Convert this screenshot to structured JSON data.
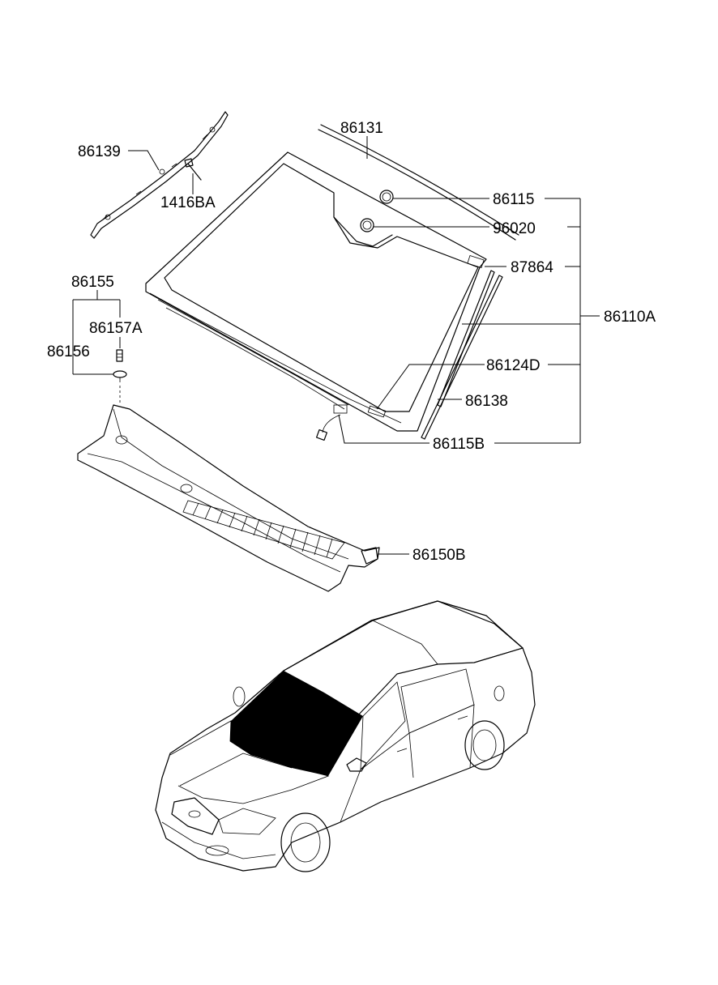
{
  "labels": {
    "p86139": "86139",
    "p1416BA": "1416BA",
    "p86131": "86131",
    "p86115": "86115",
    "p96020": "96020",
    "p87864": "87864",
    "p86110A": "86110A",
    "p86155": "86155",
    "p86157A": "86157A",
    "p86156": "86156",
    "p86124D": "86124D",
    "p86138": "86138",
    "p86115B": "86115B",
    "p86150B": "86150B"
  },
  "colors": {
    "line": "#000000",
    "background": "#ffffff",
    "windshield_fill": "#000000"
  }
}
